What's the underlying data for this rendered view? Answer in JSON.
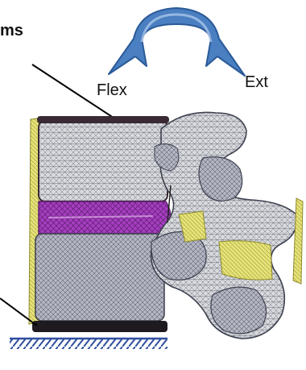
{
  "labels": {
    "top_partial": "ms",
    "flexion": "Flex",
    "extension": "Ext"
  },
  "colors": {
    "arrow_fill": "#4a7fc1",
    "arrow_edge": "#2a5a98",
    "bone_mesh": "#d8dade",
    "disc": "#a63ec0",
    "ligament": "#e6e27a",
    "endplate": "#3a2a35",
    "ground": "#2f4fa0"
  }
}
